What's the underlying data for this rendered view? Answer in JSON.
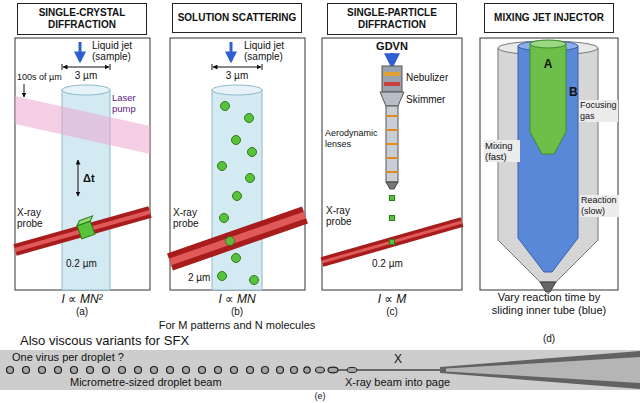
{
  "diagram": {
    "nodes": [
      {
        "text": [
          "SINGLE-CRYSTAL DIFFRACTION"
        ]
      },
      {
        "text": [
          "SOLUTION SCATTERING"
        ]
      },
      {
        "text": [
          "SINGLE-PARTICLE DIFFRACTION"
        ]
      },
      {
        "text": [
          "MIXING JET INJECTOR"
        ]
      }
    ],
    "labels": [
      "Liquid jet (sample)",
      "3 µm",
      "100s of µm",
      "Laser pump",
      "Δt",
      "X-ray probe",
      "0.2 µm",
      "I ∝ MN²",
      "(a)",
      "Liquid jet (sample)",
      "3 µm",
      "X-ray probe",
      "2 µm",
      "I ∝ MN",
      "(b)",
      "For M patterns and N molecules",
      "Also viscous variants for SFX",
      "GDVN",
      "Nebulizer",
      "Skimmer",
      "Aerodynamic lenses",
      "X-ray probe",
      "0.2 µm",
      "I ∝ M",
      "(c)",
      "A",
      "B",
      "Mixing (fast)",
      "Focusing gas",
      "Reaction (slow)",
      "Vary reaction time by sliding inner tube (blue)",
      "(d)",
      "One virus per droplet ?",
      "Micrometre-sized droplet beam",
      "X",
      "X-ray beam into page",
      "(e)"
    ]
  }
}
